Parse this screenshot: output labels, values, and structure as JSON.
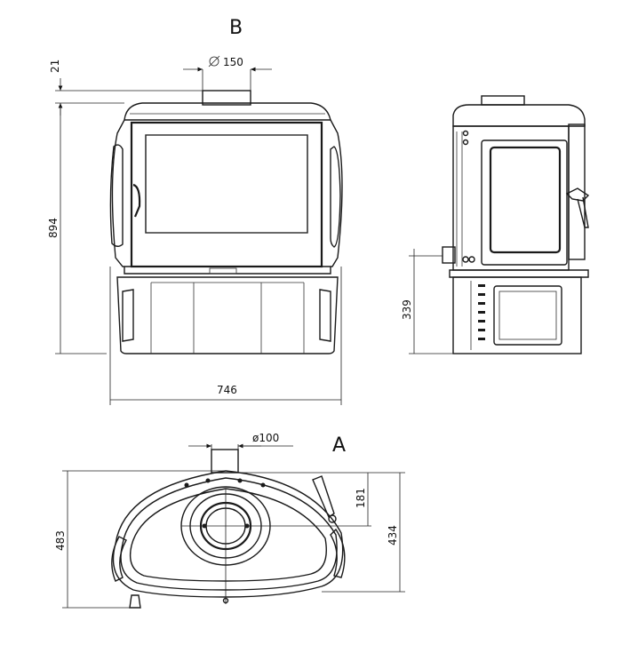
{
  "views": {
    "front_label": "B",
    "top_label": "A"
  },
  "dimensions": {
    "flue_offset": "21",
    "flue_diameter_front": "150",
    "height": "894",
    "width": "746",
    "side_connection_height": "339",
    "top_diameter": "ø100",
    "top_depth_total": "483",
    "top_depth_body": "434",
    "top_center_offset": "181"
  }
}
